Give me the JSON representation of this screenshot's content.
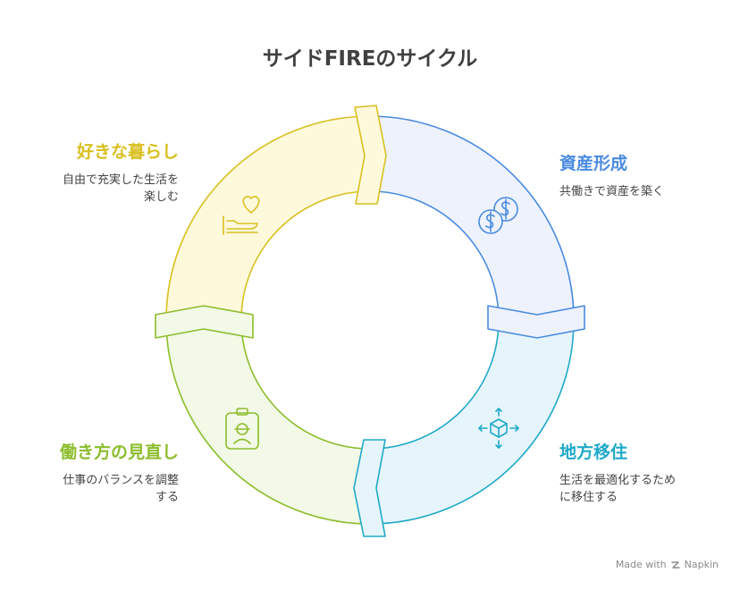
{
  "title": "サイドFIREのサイクル",
  "segments": {
    "shisan": {
      "title": "資産形成",
      "desc_lines": [
        "共働きで資産を築く"
      ],
      "color": "#4a8be0",
      "icon": "dollar-coins-icon"
    },
    "ijuu": {
      "title": "地方移住",
      "desc_lines": [
        "生活を最適化するため",
        "に移住する"
      ],
      "color": "#1fa9c9",
      "icon": "move-box-icon"
    },
    "hatarakikata": {
      "title": "働き方の見直し",
      "desc_lines": [
        "仕事のバランスを調整",
        "する"
      ],
      "color": "#8cbd2b",
      "icon": "id-badge-icon"
    },
    "kurashi": {
      "title": "好きな暮らし",
      "desc_lines": [
        "自由で充実した生活を",
        "楽しむ"
      ],
      "color": "#d9bf1f",
      "icon": "hand-heart-icon"
    }
  },
  "footer": {
    "made_with": "Made with",
    "brand": "Napkin"
  }
}
